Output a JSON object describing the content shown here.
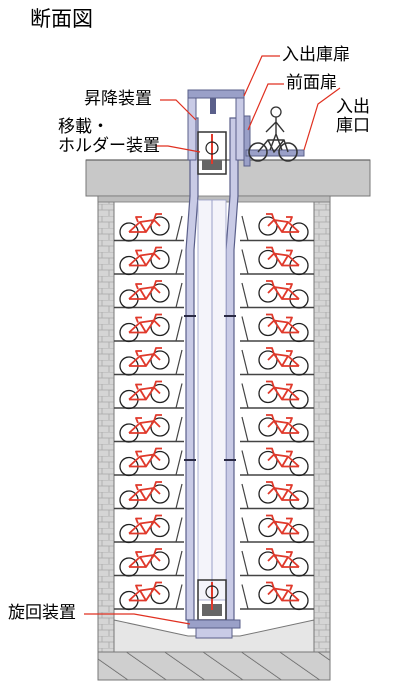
{
  "title": "断面図",
  "labels": {
    "entrance_door": "入出庫扉",
    "front_door": "前面扉",
    "entrance_port": "入出\n庫口",
    "elevator": "昇降装置",
    "transfer": "移載・\nホルダー装置",
    "turntable": "旋回装置"
  },
  "shelf": {
    "levels": 12
  },
  "colors": {
    "bike": "#e0392b",
    "frame": "#9aa0c8",
    "frame_dark": "#5a5f8a",
    "concrete": "#d8d8d8",
    "ground": "#c4c4c4",
    "leader": "#e03020"
  }
}
